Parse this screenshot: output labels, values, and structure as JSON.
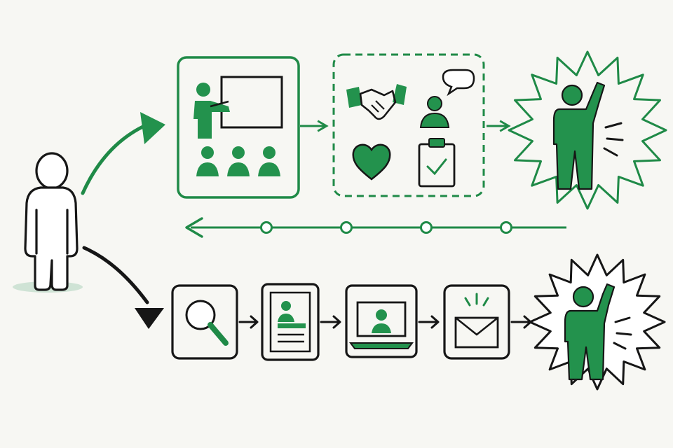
{
  "colors": {
    "background": "#f7f7f3",
    "accent": "#1f8a47",
    "accent_fill": "#23924d",
    "ink": "#161616",
    "white": "#ffffff",
    "shadow": "#cfe3d5"
  },
  "diagram": {
    "person": {
      "icon": "person-outline-icon"
    },
    "top_path": {
      "branch_arrow": "curved-arrow-up-icon",
      "steps": [
        {
          "name": "training-step",
          "icon": "presenter-audience-icon"
        },
        {
          "name": "care-practices-step",
          "icons": [
            "handshake-icon",
            "speaking-person-icon",
            "heart-icon",
            "checklist-clipboard-icon"
          ]
        },
        {
          "name": "success-step",
          "icon": "celebrating-person-icon"
        }
      ],
      "feedback": {
        "icon": "feedback-loop-arrow-icon",
        "node_count": 4
      }
    },
    "bottom_path": {
      "branch_arrow": "curved-arrow-down-icon",
      "steps": [
        {
          "name": "search-step",
          "icon": "magnifier-icon"
        },
        {
          "name": "resume-step",
          "icon": "resume-document-icon"
        },
        {
          "name": "online-interview-step",
          "icon": "laptop-video-icon"
        },
        {
          "name": "offer-email-step",
          "icon": "envelope-icon"
        },
        {
          "name": "hired-step",
          "icon": "celebrating-person-icon"
        }
      ]
    }
  }
}
